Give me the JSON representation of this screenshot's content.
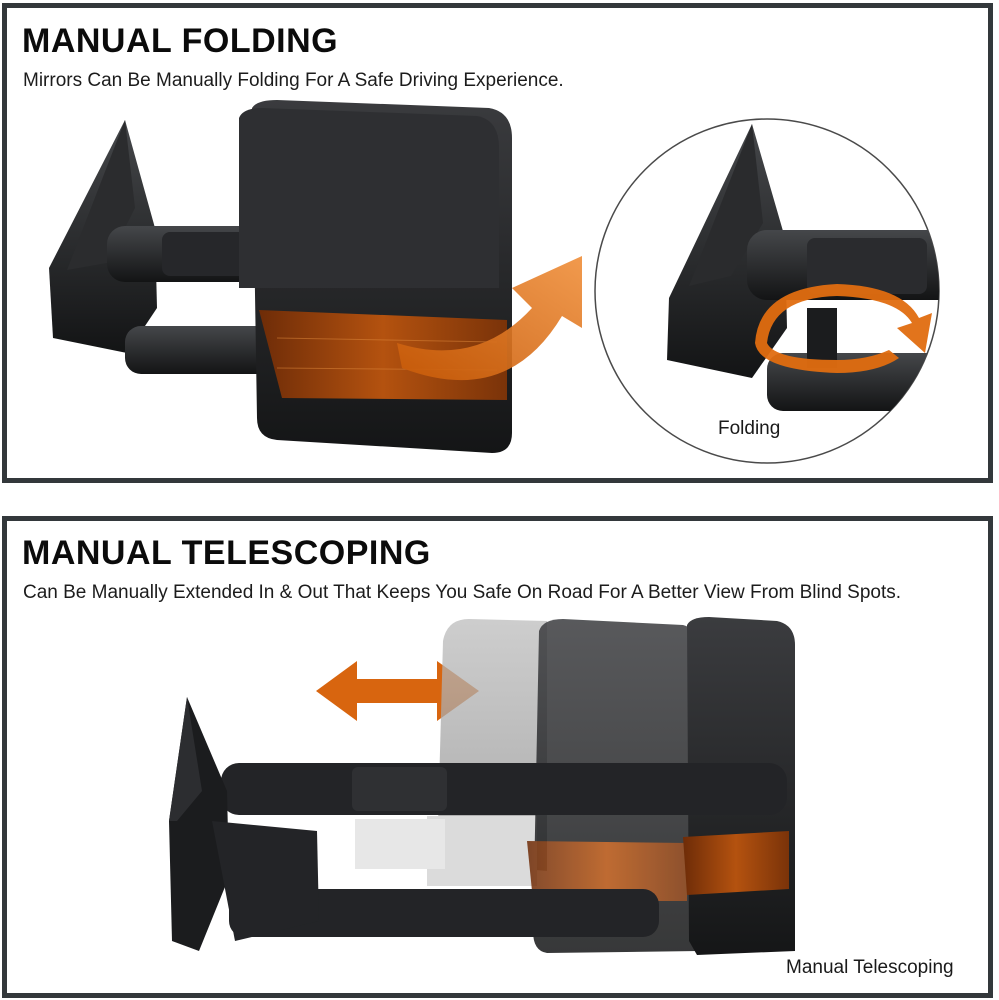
{
  "folding": {
    "title": "MANUAL FOLDING",
    "description": "Mirrors Can Be Manually Folding For A Safe Driving Experience.",
    "caption": "Folding"
  },
  "telescoping": {
    "title": "MANUAL TELESCOPING",
    "description": "Can Be Manually Extended In & Out That Keeps You Safe On Road For A Better View From Blind Spots.",
    "caption": "Manual Telescoping"
  },
  "colors": {
    "frame": "#33383b",
    "mirror_body": "#1c1d1f",
    "amber_lens": "#b4520f",
    "arrow": "#e26f12"
  }
}
